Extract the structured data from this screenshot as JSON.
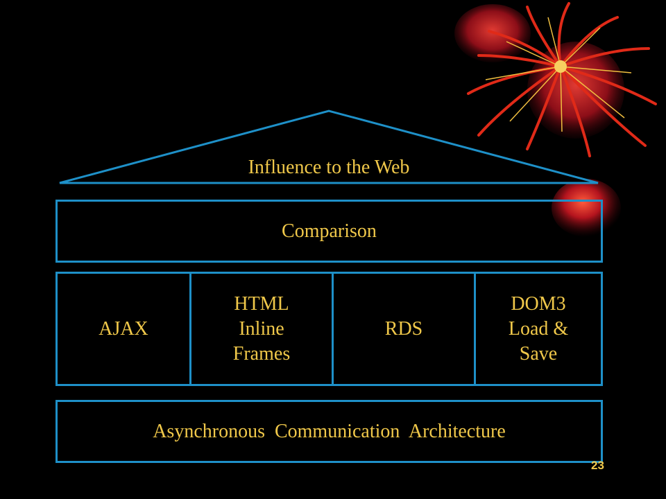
{
  "diagram": {
    "roof_label": "Influence to the Web",
    "comparison_label": "Comparison",
    "pillars": [
      {
        "label": "AJAX"
      },
      {
        "label": "HTML\nInline\nFrames"
      },
      {
        "label": "RDS"
      },
      {
        "label": "DOM3\nLoad &\nSave"
      }
    ],
    "foundation_label": "Asynchronous  Communication  Architecture"
  },
  "slide_number": "23",
  "colors": {
    "border": "#1E90C8",
    "text": "#F0C84A",
    "background": "#000000",
    "ornament": "#C81E14"
  },
  "decoration": {
    "name": "red-flower-ornament"
  }
}
